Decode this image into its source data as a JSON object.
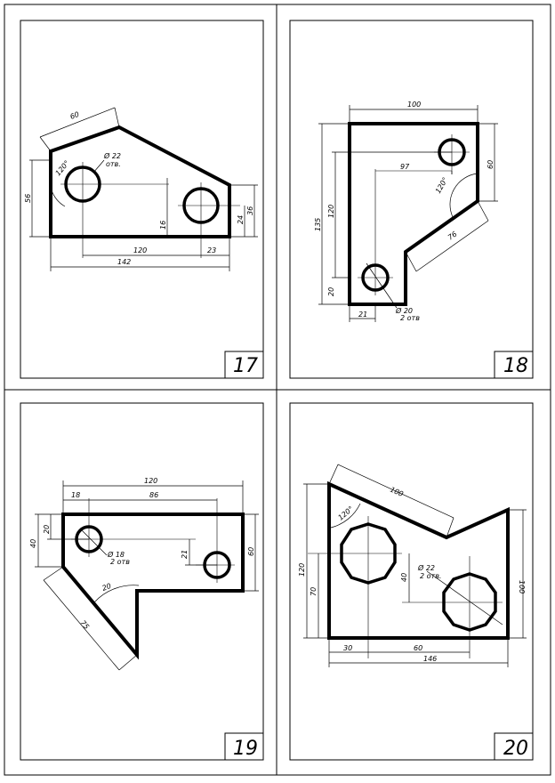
{
  "panels": [
    {
      "number": "17",
      "dims": {
        "top": "60",
        "left": "56",
        "h_center": "16",
        "h2": "24",
        "h3": "36",
        "center": "120",
        "small": "23",
        "total": "142",
        "angle": "120°",
        "hole": "Ø 22",
        "hole_sub": "отв."
      }
    },
    {
      "number": "18",
      "dims": {
        "top": "100",
        "right": "60",
        "inner": "97",
        "angle": "120°",
        "diag": "76",
        "left_total": "135",
        "left_inner": "120",
        "left_small": "20",
        "bottom": "21",
        "hole": "Ø 20",
        "hole_sub": "2 отв"
      }
    },
    {
      "number": "19",
      "dims": {
        "total": "120",
        "a": "18",
        "b": "86",
        "left_total": "40",
        "left_small": "20",
        "right": "60",
        "inner": "21",
        "angle": "20",
        "diag": "75",
        "hole": "Ø 18",
        "hole_sub": "2 отв"
      }
    },
    {
      "number": "20",
      "dims": {
        "top": "100",
        "angle": "120°",
        "left_total": "120",
        "left_inner": "70",
        "center": "40",
        "right": "100",
        "bottom_a": "30",
        "bottom_b": "60",
        "total": "146",
        "hole": "Ø 22",
        "hole_sub": "2 отв."
      }
    }
  ]
}
